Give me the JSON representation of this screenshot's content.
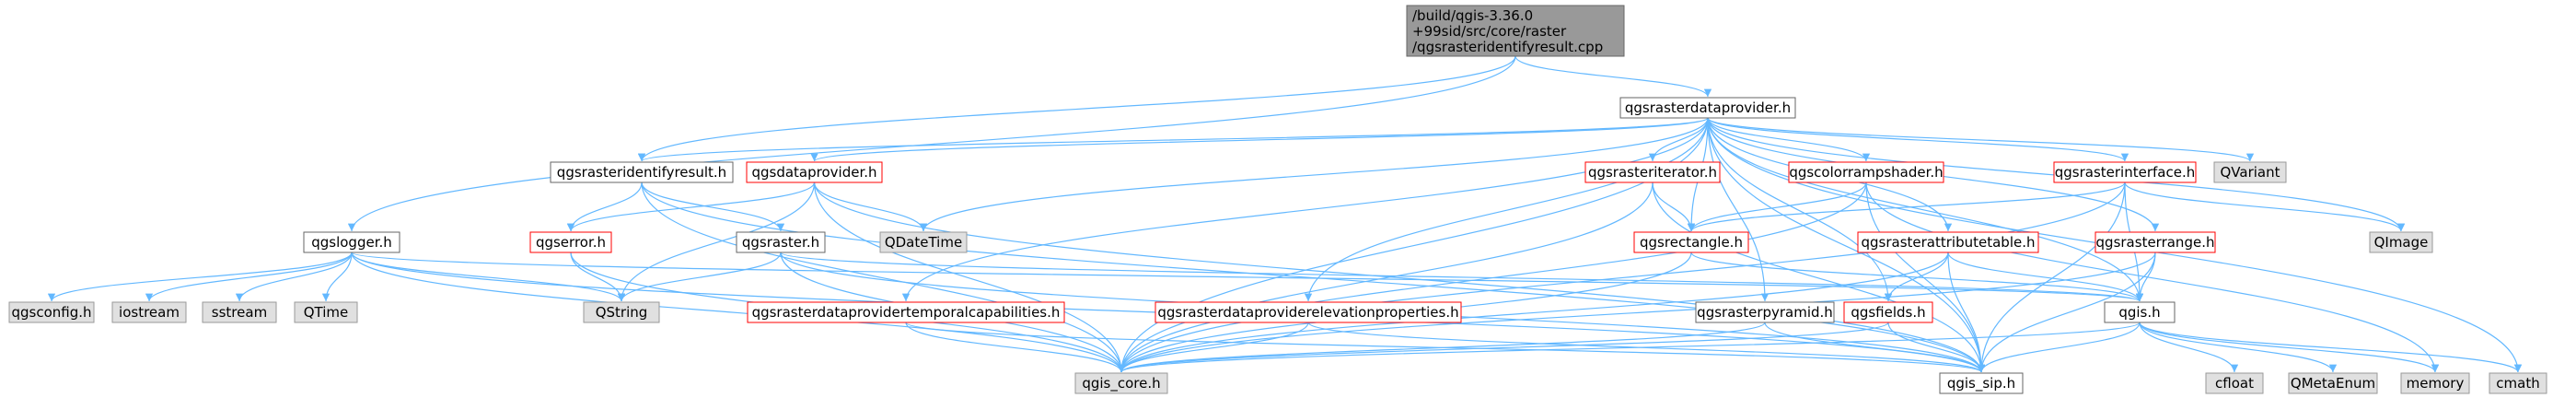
{
  "graph": {
    "root": {
      "lines": [
        "/build/qgis-3.36.0",
        "+99sid/src/core/raster",
        "/qgsrasteridentifyresult.cpp"
      ]
    },
    "nodes": {
      "qgsrasterdataprovider": "qgsrasterdataprovider.h",
      "qgslogger": "qgslogger.h",
      "qgsrasteridentifyresult": "qgsrasteridentifyresult.h",
      "qgsdataprovider": "qgsdataprovider.h",
      "qgsrasteriterator": "qgsrasteriterator.h",
      "qgscolorrampshader": "qgscolorrampshader.h",
      "qgsrasterinterface": "qgsrasterinterface.h",
      "qvariant": "QVariant",
      "qgserror": "qgserror.h",
      "qgsraster": "qgsraster.h",
      "qdatetime": "QDateTime",
      "qgsrectangle": "qgsrectangle.h",
      "qgsrasterattributetable": "qgsrasterattributetable.h",
      "qgsrasterrange": "qgsrasterrange.h",
      "qimage": "QImage",
      "qgsconfig": "qgsconfig.h",
      "iostream": "iostream",
      "sstream": "sstream",
      "qtime": "QTime",
      "qstring": "QString",
      "qgsrasterdataprovidertemporalcapabilities": "qgsrasterdataprovidertemporalcapabilities.h",
      "qgsrasterdataproviderelevationproperties": "qgsrasterdataproviderelevationproperties.h",
      "qgsrasterpyramid": "qgsrasterpyramid.h",
      "qgsfields": "qgsfields.h",
      "qgis": "qgis.h",
      "qgis_core": "qgis_core.h",
      "qgis_sip": "qgis_sip.h",
      "cfloat": "cfloat",
      "qmetaenum": "QMetaEnum",
      "memory": "memory",
      "cmath": "cmath"
    }
  }
}
